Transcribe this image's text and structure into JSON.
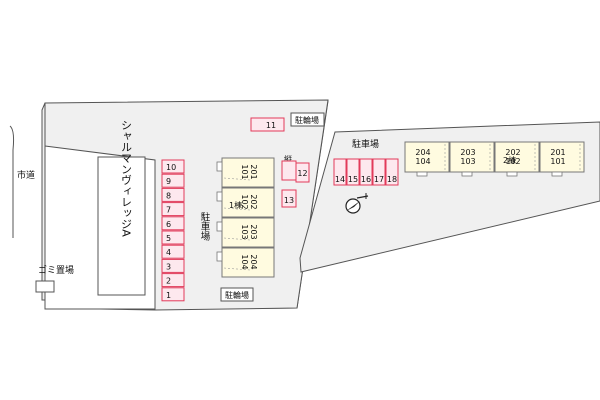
{
  "road_label": "市道",
  "garbage_label": "ゴミ置場",
  "neighbor_building": "シャルマンヴィレッジA",
  "parking_label": "駐車場",
  "parking_label_vertical": "駐車場",
  "bicycle_top": "駐輪場",
  "bicycle_bottom": "駐輪場",
  "tandem_label": "縦列",
  "left_parking_spaces": [
    "10",
    "9",
    "8",
    "7",
    "6",
    "5",
    "4",
    "3",
    "2",
    "1"
  ],
  "top_space": "11",
  "tandem_spaces": [
    "12",
    "13"
  ],
  "right_parking_spaces": [
    "14",
    "15",
    "16",
    "17",
    "18"
  ],
  "building1": {
    "name": "1棟",
    "units": [
      {
        "upper": "201",
        "lower": "101"
      },
      {
        "upper": "202",
        "lower": "102"
      },
      {
        "upper": "203",
        "lower": "103"
      },
      {
        "upper": "204",
        "lower": "104"
      }
    ]
  },
  "building2": {
    "name": "2棟",
    "units": [
      {
        "upper": "204",
        "lower": "104"
      },
      {
        "upper": "203",
        "lower": "103"
      },
      {
        "upper": "202",
        "lower": "102"
      },
      {
        "upper": "201",
        "lower": "101"
      }
    ]
  },
  "colors": {
    "lot": "#f0f0f0",
    "outline": "#555555",
    "parking_border": "#e23a5a",
    "parking_fill": "#fde8ee",
    "unit_fill": "#fffbe0",
    "unit_border": "#777777"
  },
  "compass_icon": "north-arrow-icon"
}
